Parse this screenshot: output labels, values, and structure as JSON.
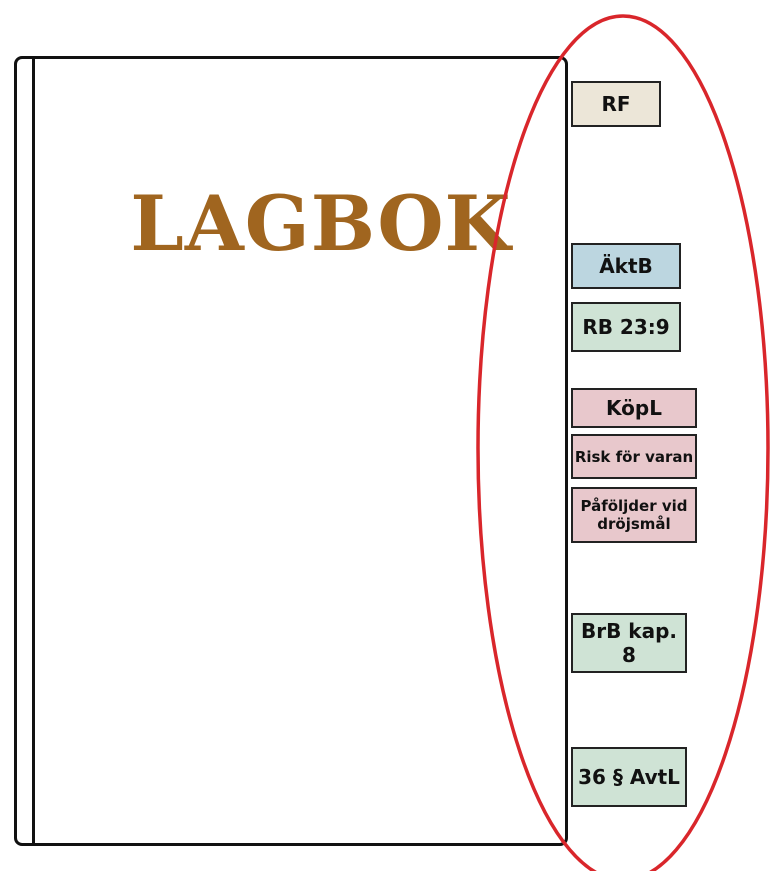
{
  "book": {
    "title": "LAGBOK",
    "title_color": "#a0651f"
  },
  "tabs": [
    {
      "label": "RF",
      "color": "#ece6d8"
    },
    {
      "label": "ÄktB",
      "color": "#bcd6e0"
    },
    {
      "label": "RB 23:9",
      "color": "#cfe3d5"
    },
    {
      "label": "KöpL",
      "color": "#e8c8cc"
    },
    {
      "label": "Risk för varan",
      "color": "#e8c8cc"
    },
    {
      "label": "Påföljder vid dröjsmål",
      "color": "#e8c8cc"
    },
    {
      "label": "BrB kap. 8",
      "color": "#cfe3d5"
    },
    {
      "label": "36 § AvtL",
      "color": "#cfe3d5"
    }
  ],
  "highlight_color": "#d9262b"
}
